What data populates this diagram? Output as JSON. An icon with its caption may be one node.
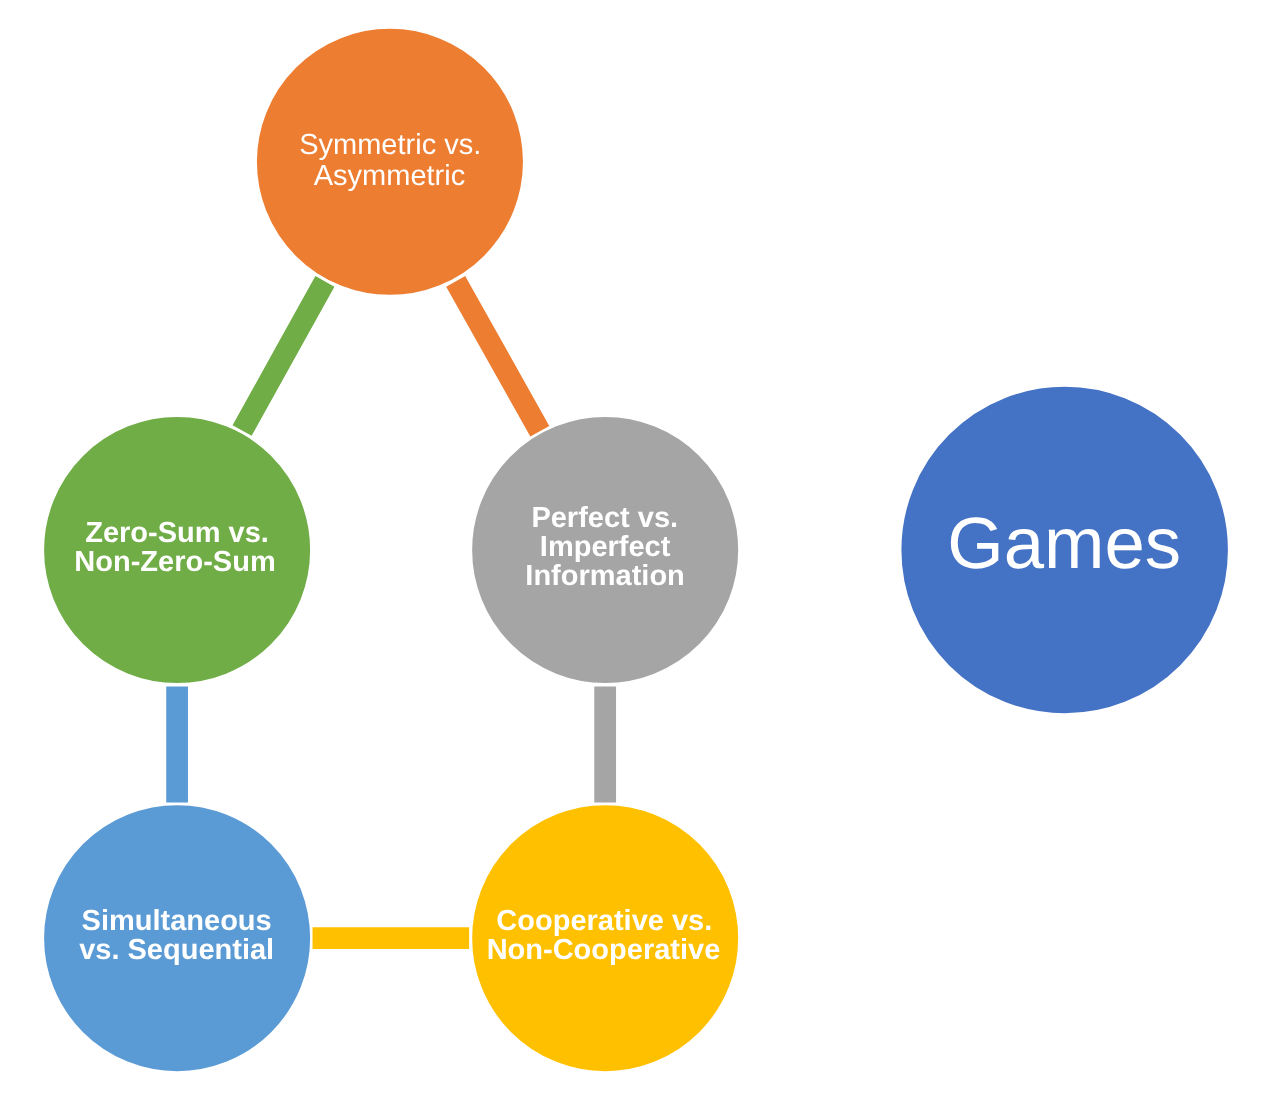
{
  "diagram": {
    "nodes": [
      {
        "text": [
          "Symmetric vs. Asymmetric"
        ]
      },
      {
        "text": [
          "Zero-Sum vs. Non-Zero-Sum"
        ]
      },
      {
        "text": [
          "Perfect vs. Imperfect Information"
        ]
      },
      {
        "text": [
          "Games"
        ]
      },
      {
        "text": [
          "Simultaneous vs. Sequential"
        ]
      },
      {
        "text": [
          "Cooperative vs. Non-Cooperative"
        ]
      }
    ],
    "edges": [
      {
        "from": 0,
        "to": 2,
        "arrow": "none",
        "color": "#ed7d31"
      },
      {
        "from": 2,
        "to": 5,
        "arrow": "none",
        "color": "#a5a5a5"
      },
      {
        "from": 4,
        "to": 5,
        "arrow": "none",
        "color": "#ffc000"
      },
      {
        "from": 1,
        "to": 4,
        "arrow": "none",
        "color": "#5b9bd5"
      },
      {
        "from": 0,
        "to": 1,
        "arrow": "none",
        "color": "#70ad47"
      }
    ]
  }
}
